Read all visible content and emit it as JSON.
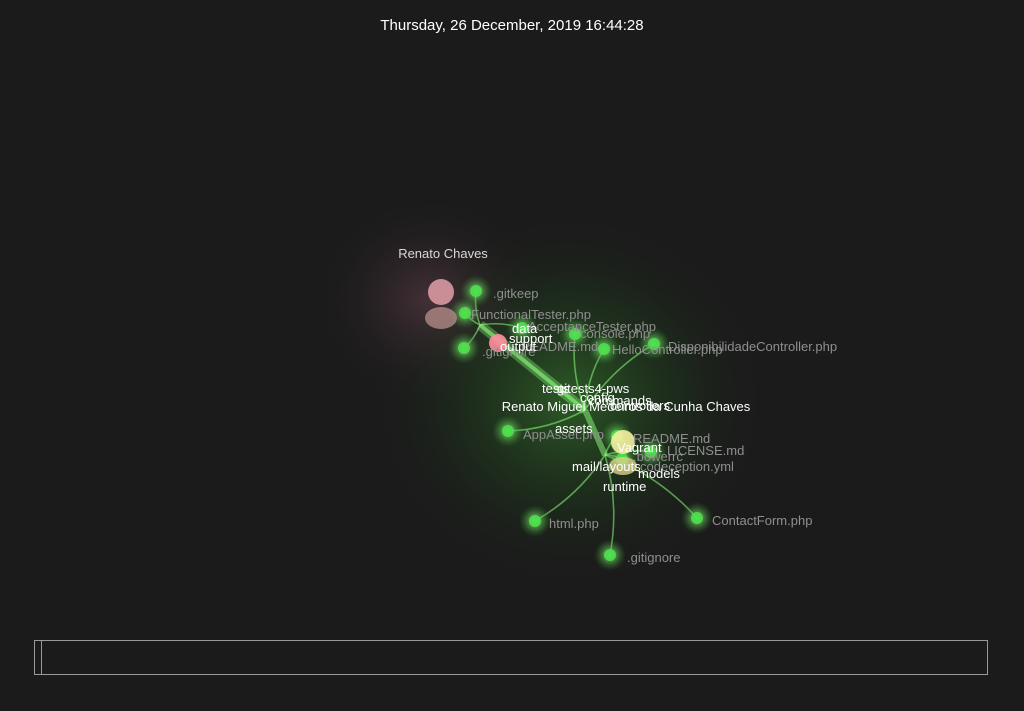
{
  "header": {
    "date_time": "Thursday, 26 December, 2019 16:44:28"
  },
  "colors": {
    "background": "#1b1b1b",
    "file_node": "#4be04b",
    "edge": "#7dff7d",
    "user_author": "#e3a0a8",
    "user_committer": "#f5f0a0",
    "file_label": "#8f8f8f",
    "dir_label": "#ffffff"
  },
  "users": {
    "author": "Renato Chaves",
    "committer": "Renato Miguel Medeiros da Cunha Chaves"
  },
  "directories": {
    "data": "data",
    "support": "support",
    "output": "output",
    "tests": "tests",
    "gitests4pws": "gitests4-pws",
    "commands": "commands",
    "config": "config",
    "controllers": "controllers",
    "assets": "assets",
    "vagrant": "Vagrant",
    "mail_layouts": "mail/layouts",
    "models": "models",
    "runtime": "runtime"
  },
  "files": {
    "gitkeep": ".gitkeep",
    "functional_tester": "FunctionalTester.php",
    "acceptance_tester": "AcceptanceTester.php",
    "console_php": "console.php",
    "readme_small": "README.md",
    "gitignore_small": ".gitignore",
    "hello_controller": "HelloController.php",
    "disponibilidade_controller": "DisponibilidadeController.php",
    "app_asset": "AppAsset.php",
    "readme": "README.md",
    "license": "LICENSE.md",
    "bowerrc": ".bowerrc",
    "codeception": "codeception.yml",
    "html_php": "html.php",
    "contact_form": "ContactForm.php",
    "gitignore": ".gitignore"
  }
}
